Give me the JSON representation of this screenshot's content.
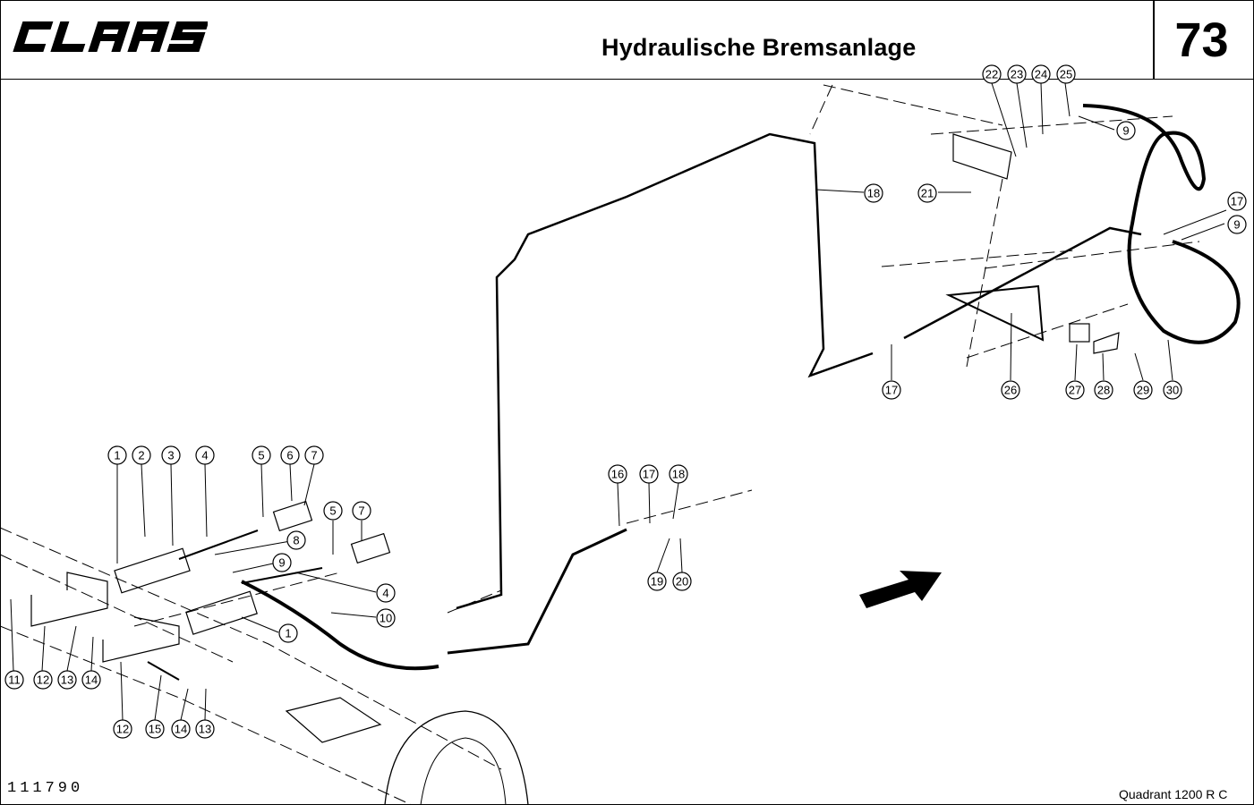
{
  "header": {
    "brand": "CLAAS",
    "title": "Hydraulische Bremsanlage",
    "page_number": "73"
  },
  "footer": {
    "document_number": "111790",
    "model": "Quadrant  1200 R C"
  },
  "callouts": [
    {
      "label": "1"
    },
    {
      "label": "2"
    },
    {
      "label": "3"
    },
    {
      "label": "4"
    },
    {
      "label": "5"
    },
    {
      "label": "6"
    },
    {
      "label": "7"
    },
    {
      "label": "5"
    },
    {
      "label": "7"
    },
    {
      "label": "8"
    },
    {
      "label": "9"
    },
    {
      "label": "4"
    },
    {
      "label": "10"
    },
    {
      "label": "1"
    },
    {
      "label": "11"
    },
    {
      "label": "12"
    },
    {
      "label": "13"
    },
    {
      "label": "14"
    },
    {
      "label": "12"
    },
    {
      "label": "15"
    },
    {
      "label": "14"
    },
    {
      "label": "13"
    },
    {
      "label": "16"
    },
    {
      "label": "17"
    },
    {
      "label": "18"
    },
    {
      "label": "19"
    },
    {
      "label": "20"
    },
    {
      "label": "18"
    },
    {
      "label": "21"
    },
    {
      "label": "22"
    },
    {
      "label": "23"
    },
    {
      "label": "24"
    },
    {
      "label": "25"
    },
    {
      "label": "9"
    },
    {
      "label": "17"
    },
    {
      "label": "9"
    },
    {
      "label": "17"
    },
    {
      "label": "26"
    },
    {
      "label": "27"
    },
    {
      "label": "28"
    },
    {
      "label": "29"
    },
    {
      "label": "30"
    }
  ],
  "icons": {
    "direction_arrow": "travel-direction-arrow-icon"
  }
}
